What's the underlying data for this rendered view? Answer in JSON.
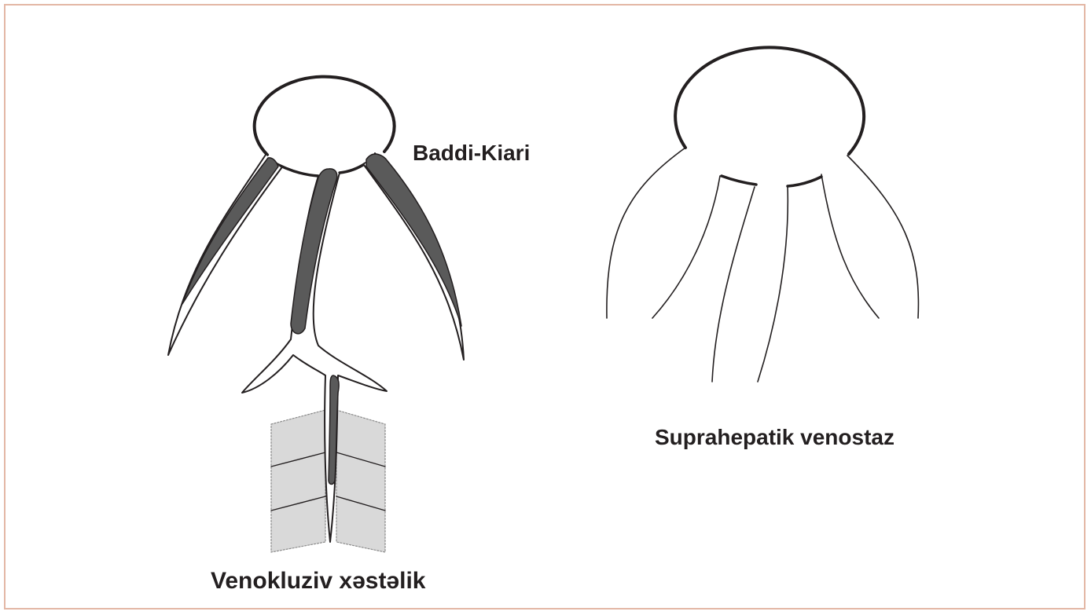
{
  "labels": {
    "budd_chiari": "Baddi-Kiari",
    "veno_occlusive": "Venokluziv xəstəlik",
    "suprahepatic_stasis": "Suprahepatik venostaz"
  },
  "colors": {
    "frame_border": "#e3b7a5",
    "outline": "#231f20",
    "thrombus_fill": "#5a5a5a",
    "tissue_fill": "#d9d9d9",
    "background": "#ffffff"
  }
}
